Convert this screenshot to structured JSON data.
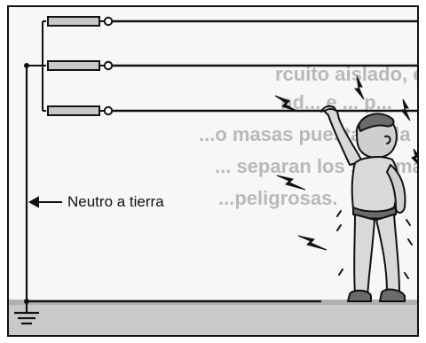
{
  "labels": {
    "neutral": "Neutro a tierra"
  },
  "background_text": [
    "rcuito aislado, en este caso",
    "nd... e ... p...",
    "...o masas puestas a la m...",
    "... separan los sistemas d...",
    "...peligrosas."
  ],
  "colors": {
    "line": "#111111",
    "fuse_fill": "#c8c8c8",
    "ground": "#bdbdbd",
    "background_text": "#b9b9b9",
    "person_fill": "#d9d9d9",
    "person_dark": "#6b6b6b"
  },
  "icons": [
    "fuse-icon",
    "ground-symbol-icon",
    "lightning-bolt-icon",
    "arrow-left-icon",
    "person-shocked-icon"
  ]
}
